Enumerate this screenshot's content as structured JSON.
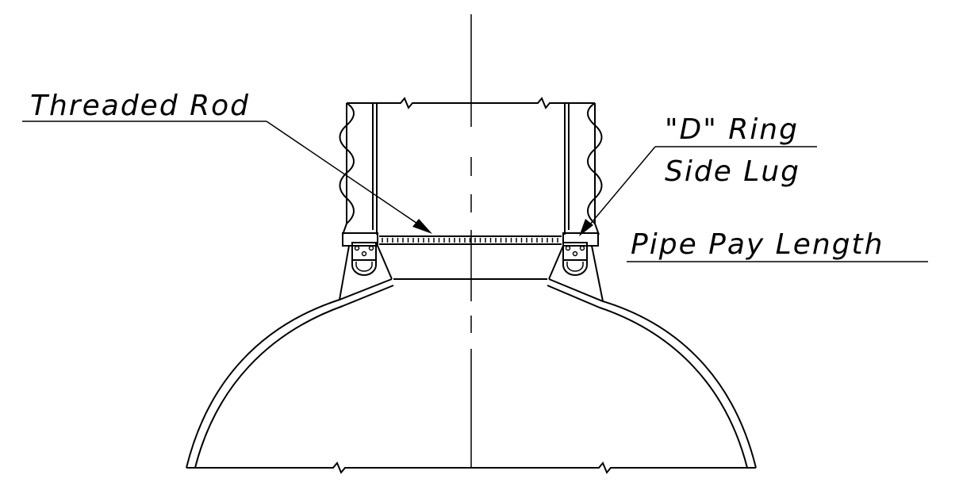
{
  "labels": {
    "threaded_rod": "Threaded Rod",
    "d_ring": "\"D\" Ring",
    "side_lug": "Side Lug",
    "pipe_pay_length": "Pipe Pay Length"
  },
  "colors": {
    "line": "#000000",
    "background": "#ffffff"
  }
}
